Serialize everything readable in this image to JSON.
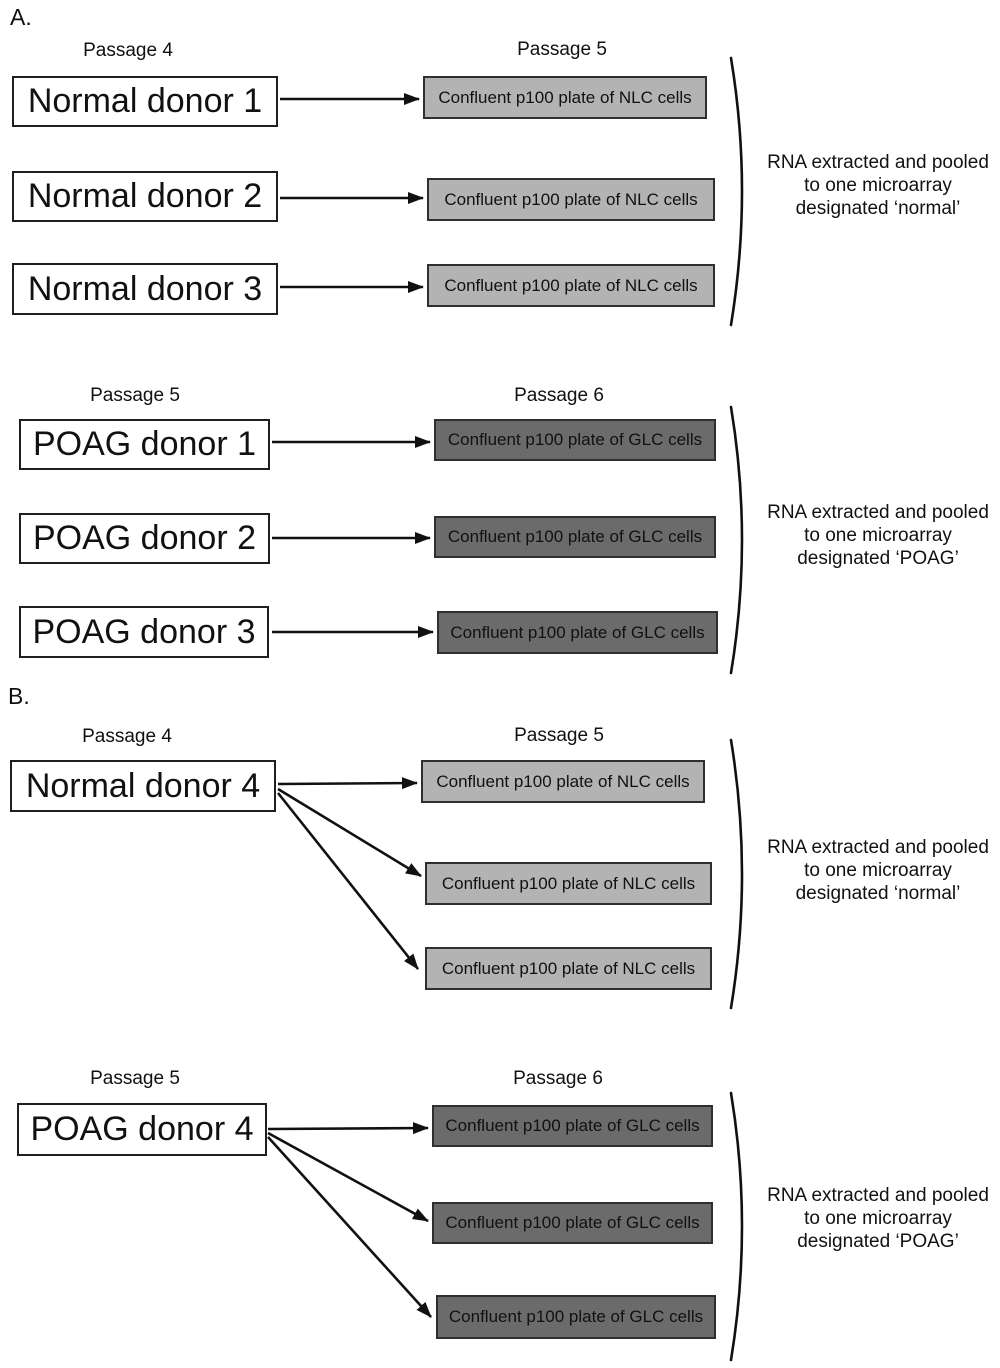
{
  "colors": {
    "background": "#ffffff",
    "text_color": "#111111",
    "line_color": "#111111",
    "donor_box_fill": "#ffffff",
    "donor_box_border": "#1f1f1f",
    "plate_border": "#2f2f2f",
    "nlc_plate_fill": "#b3b3b3",
    "glc_plate_fill": "#6b6b6b"
  },
  "panels": [
    {
      "label": "A.",
      "groups": [
        {
          "donor_passage": "Passage 4",
          "plate_passage": "Passage 5",
          "donors": [
            {
              "label": "Normal donor 1"
            },
            {
              "label": "Normal donor 2"
            },
            {
              "label": "Normal donor 3"
            }
          ],
          "plates": [
            {
              "label": "Confluent p100 plate of NLC cells",
              "type": "NLC"
            },
            {
              "label": "Confluent p100 plate of NLC cells",
              "type": "NLC"
            },
            {
              "label": "Confluent p100 plate of NLC cells",
              "type": "NLC"
            }
          ],
          "note": "RNA extracted and pooled\nto one microarray\ndesignated ‘normal’"
        },
        {
          "donor_passage": "Passage 5",
          "plate_passage": "Passage 6",
          "donors": [
            {
              "label": "POAG donor 1"
            },
            {
              "label": "POAG donor 2"
            },
            {
              "label": "POAG donor 3"
            }
          ],
          "plates": [
            {
              "label": "Confluent p100 plate of GLC cells",
              "type": "GLC"
            },
            {
              "label": "Confluent p100 plate of GLC cells",
              "type": "GLC"
            },
            {
              "label": "Confluent p100 plate of GLC cells",
              "type": "GLC"
            }
          ],
          "note": "RNA extracted and pooled\nto one microarray\ndesignated ‘POAG’"
        }
      ]
    },
    {
      "label": "B.",
      "groups": [
        {
          "donor_passage": "Passage 4",
          "plate_passage": "Passage 5",
          "donors": [
            {
              "label": "Normal donor 4"
            }
          ],
          "plates": [
            {
              "label": "Confluent p100 plate of NLC cells",
              "type": "NLC"
            },
            {
              "label": "Confluent p100 plate of NLC cells",
              "type": "NLC"
            },
            {
              "label": "Confluent p100 plate of NLC cells",
              "type": "NLC"
            }
          ],
          "note": "RNA extracted and pooled\nto one microarray\ndesignated ‘normal’"
        },
        {
          "donor_passage": "Passage 5",
          "plate_passage": "Passage 6",
          "donors": [
            {
              "label": "POAG donor 4"
            }
          ],
          "plates": [
            {
              "label": "Confluent p100 plate of GLC cells",
              "type": "GLC"
            },
            {
              "label": "Confluent p100 plate of GLC cells",
              "type": "GLC"
            },
            {
              "label": "Confluent p100 plate of GLC cells",
              "type": "GLC"
            }
          ],
          "note": "RNA extracted and pooled\nto one microarray\ndesignated ‘POAG’"
        }
      ]
    }
  ]
}
